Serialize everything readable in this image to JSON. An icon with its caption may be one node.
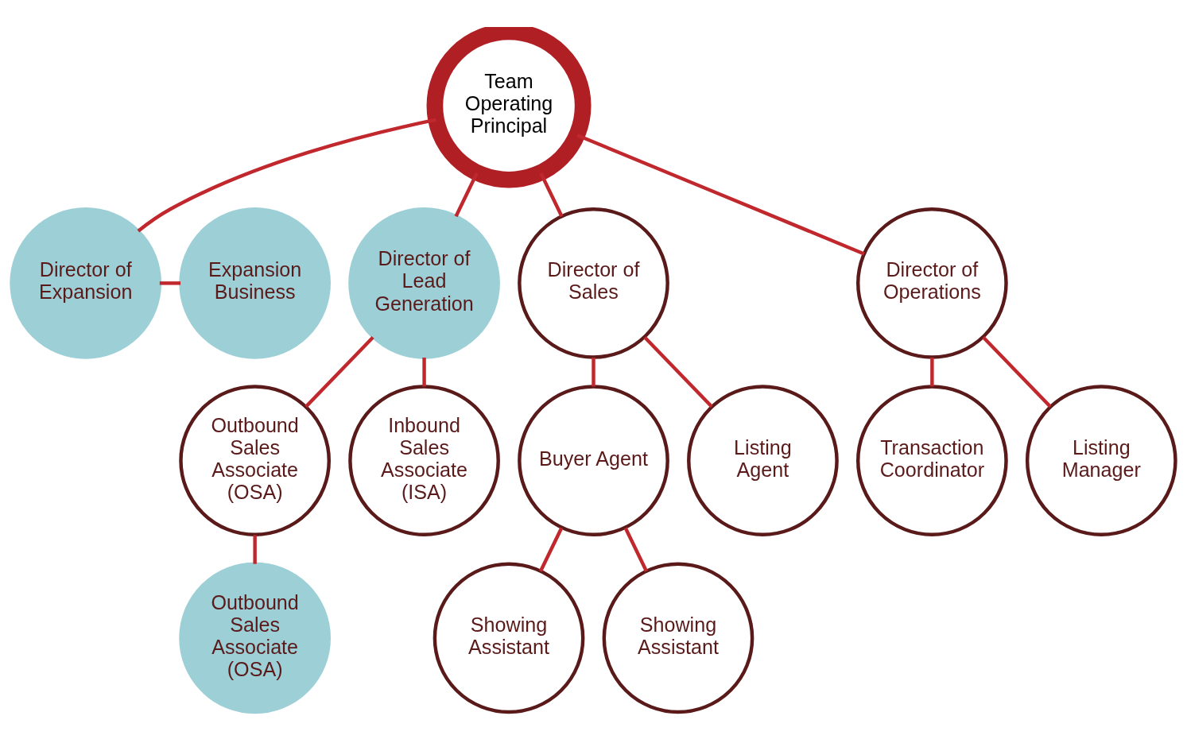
{
  "diagram": {
    "nodes": [
      {
        "text": [
          "Team Operating Principal"
        ]
      },
      {
        "text": [
          "Director of Expansion"
        ]
      },
      {
        "text": [
          "Expansion Business"
        ]
      },
      {
        "text": [
          "Director of Lead Generation"
        ]
      },
      {
        "text": [
          "Director of Sales"
        ]
      },
      {
        "text": [
          "Outbound Sales Associate (OSA)"
        ]
      },
      {
        "text": [
          "Inbound Sales Associate (ISA)"
        ]
      },
      {
        "text": [
          "Director of Operations"
        ]
      },
      {
        "text": [
          "Buyer Agent"
        ]
      },
      {
        "text": [
          "Listing Agent"
        ]
      },
      {
        "text": [
          "Outbound Sales Associate (OSA)"
        ]
      },
      {
        "text": [
          "Transaction Coordinator"
        ]
      },
      {
        "text": [
          "Listing Manager"
        ]
      },
      {
        "text": [
          "Showing Assistant"
        ]
      },
      {
        "text": [
          "Showing Assistant"
        ]
      }
    ],
    "edges": [
      {
        "from": 0,
        "to": 1,
        "arrow": "none"
      },
      {
        "from": 1,
        "to": 2,
        "arrow": "none"
      },
      {
        "from": 0,
        "to": 3,
        "arrow": "none"
      },
      {
        "from": 0,
        "to": 4,
        "arrow": "none"
      },
      {
        "from": 0,
        "to": 7,
        "arrow": "none"
      },
      {
        "from": 3,
        "to": 5,
        "arrow": "none"
      },
      {
        "from": 3,
        "to": 6,
        "arrow": "none"
      },
      {
        "from": 5,
        "to": 10,
        "arrow": "none"
      },
      {
        "from": 7,
        "to": 11,
        "arrow": "none"
      },
      {
        "from": 7,
        "to": 12,
        "arrow": "none"
      },
      {
        "from": 4,
        "to": 8,
        "arrow": "none"
      },
      {
        "from": 4,
        "to": 9,
        "arrow": "none"
      },
      {
        "from": 8,
        "to": 13,
        "arrow": "none"
      },
      {
        "from": 8,
        "to": 14,
        "arrow": "none"
      }
    ]
  }
}
